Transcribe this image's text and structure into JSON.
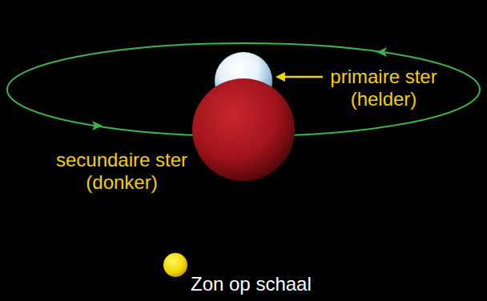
{
  "diagram": {
    "labels": [
      "primaire ster (helder)",
      "secundaire ster (donker)",
      "Zon op schaal"
    ]
  }
}
